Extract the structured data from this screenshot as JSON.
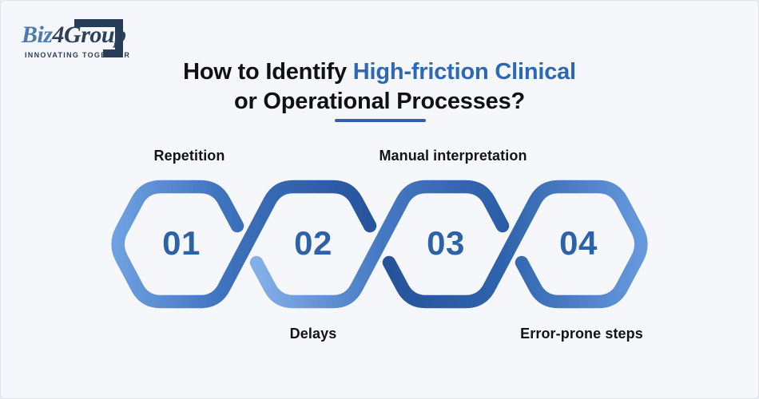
{
  "logo": {
    "brand_blue": "Biz",
    "brand_dark": "4Group",
    "tagline": "INNOVATING TOGETHER"
  },
  "title": {
    "prefix": "How to Identify ",
    "highlight": "High-friction Clinical",
    "line2": "or Operational Processes?"
  },
  "steps": [
    {
      "number": "01",
      "label": "Repetition",
      "label_position": "top"
    },
    {
      "number": "02",
      "label": "Delays",
      "label_position": "bottom"
    },
    {
      "number": "03",
      "label": "Manual interpretation",
      "label_position": "top"
    },
    {
      "number": "04",
      "label": "Error-prone steps",
      "label_position": "bottom"
    }
  ],
  "colors": {
    "background": "#F5F7FA",
    "title_dark": "#0F1117",
    "title_accent": "#2E68B4",
    "underline": "#2D63AC",
    "number_blue": "#2E62A8",
    "label_dark": "#131419",
    "logo_blue": "#4B7BB1",
    "logo_navy": "#2E4059",
    "chain_light_blue": "#84B0EA",
    "chain_mid_blue": "#3E73BD",
    "chain_dark_blue": "#26549C"
  }
}
